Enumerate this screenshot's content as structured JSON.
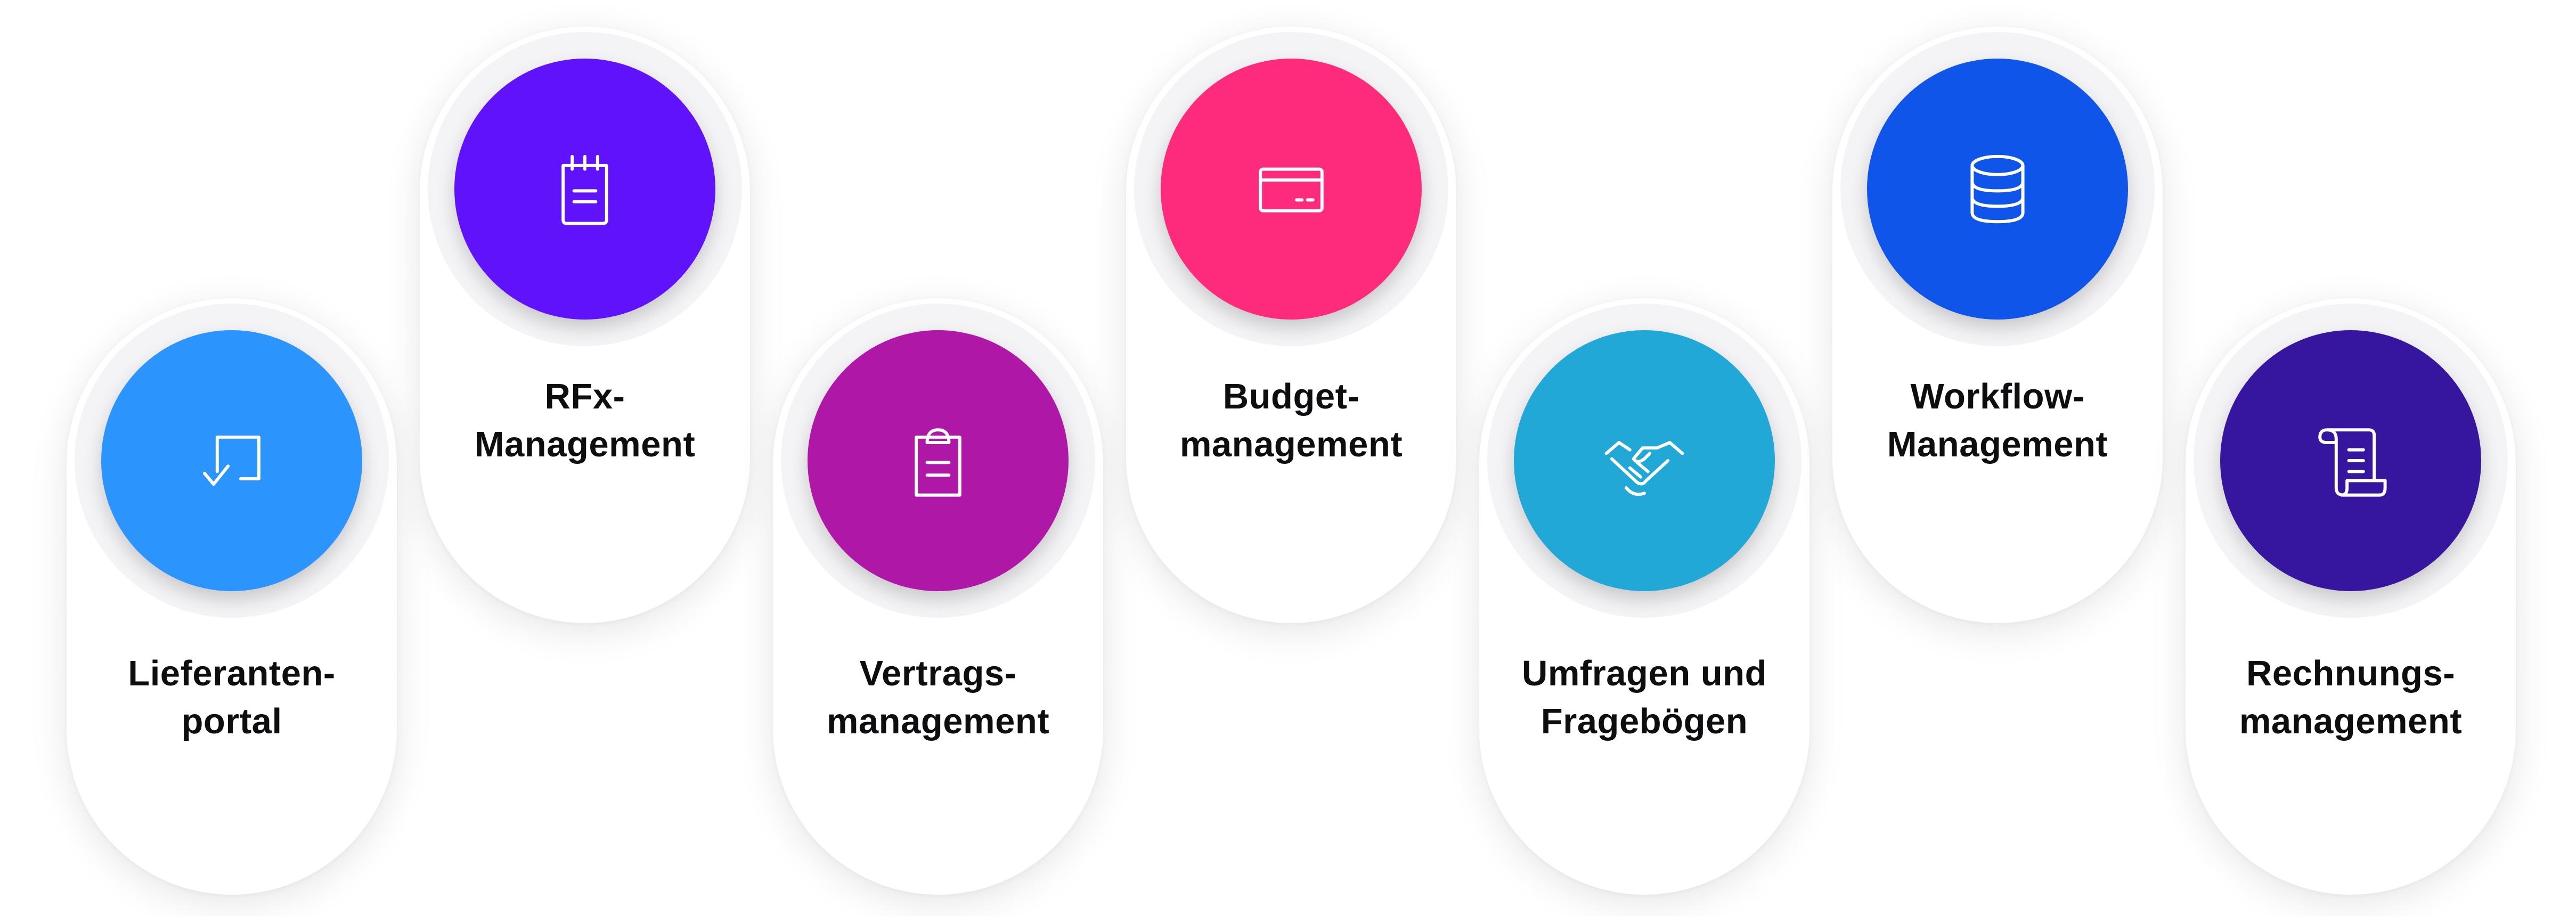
{
  "modules": [
    {
      "name": "lieferantenportal",
      "line1": "Lieferanten-",
      "line2": "portal",
      "icon": "checkbox-icon",
      "color": "#2b95fd"
    },
    {
      "name": "rfx-management",
      "line1": "RFx-",
      "line2": "Management",
      "icon": "notepad-icon",
      "color": "#6013fb"
    },
    {
      "name": "vertragsmanagement",
      "line1": "Vertrags-",
      "line2": "management",
      "icon": "clipboard-icon",
      "color": "#af18a7"
    },
    {
      "name": "budgetmanagement",
      "line1": "Budget-",
      "line2": "management",
      "icon": "credit-card-icon",
      "color": "#fe2a7b"
    },
    {
      "name": "umfragen-fragebogen",
      "line1": "Umfragen und",
      "line2": "Fragebögen",
      "icon": "handshake-icon",
      "color": "#22a8d6"
    },
    {
      "name": "workflow-management",
      "line1": "Workflow-",
      "line2": "Management",
      "icon": "database-icon",
      "color": "#1055ea"
    },
    {
      "name": "rechnungsmanagement",
      "line1": "Rechnungs-",
      "line2": "management",
      "icon": "scroll-icon",
      "color": "#36169e"
    }
  ]
}
